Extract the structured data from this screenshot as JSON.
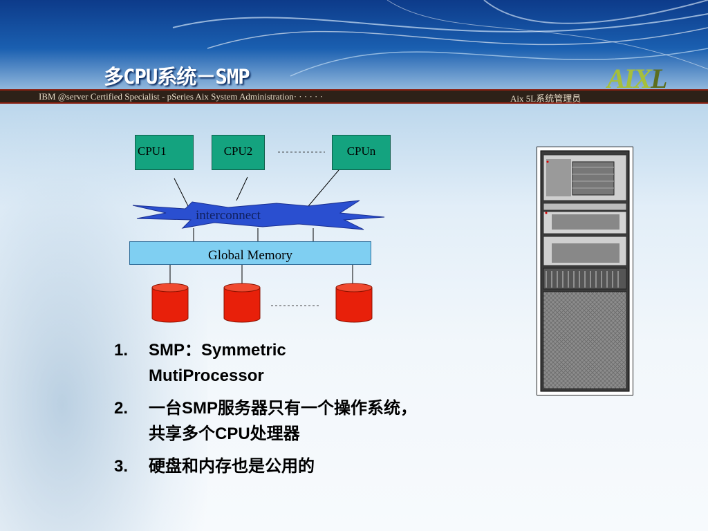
{
  "slide": {
    "title": "多CPU系统－SMP",
    "banner_left": "IBM @server Certified Specialist - pSeries Aix System Administration· · · · · ·",
    "banner_right": "Aix 5L系统管理员",
    "logo_text": "AIX",
    "logo_suffix": "L"
  },
  "diagram": {
    "cpus": [
      "CPU1",
      "CPU2",
      "CPUn"
    ],
    "interconnect_label": "interconnect",
    "memory_label": "Global Memory",
    "colors": {
      "cpu": "#14a37f",
      "memory": "#7fcff2",
      "interconnect": "#2a4fd0",
      "disk": "#e8200a"
    }
  },
  "bullets": [
    {
      "number": "1.",
      "lines": [
        "SMP：Symmetric",
        "MutiProcessor"
      ]
    },
    {
      "number": "2.",
      "lines": [
        "一台SMP服务器只有一个操作系统，",
        "共享多个CPU处理器"
      ]
    },
    {
      "number": "3.",
      "lines": [
        "硬盘和内存也是公用的"
      ]
    }
  ]
}
